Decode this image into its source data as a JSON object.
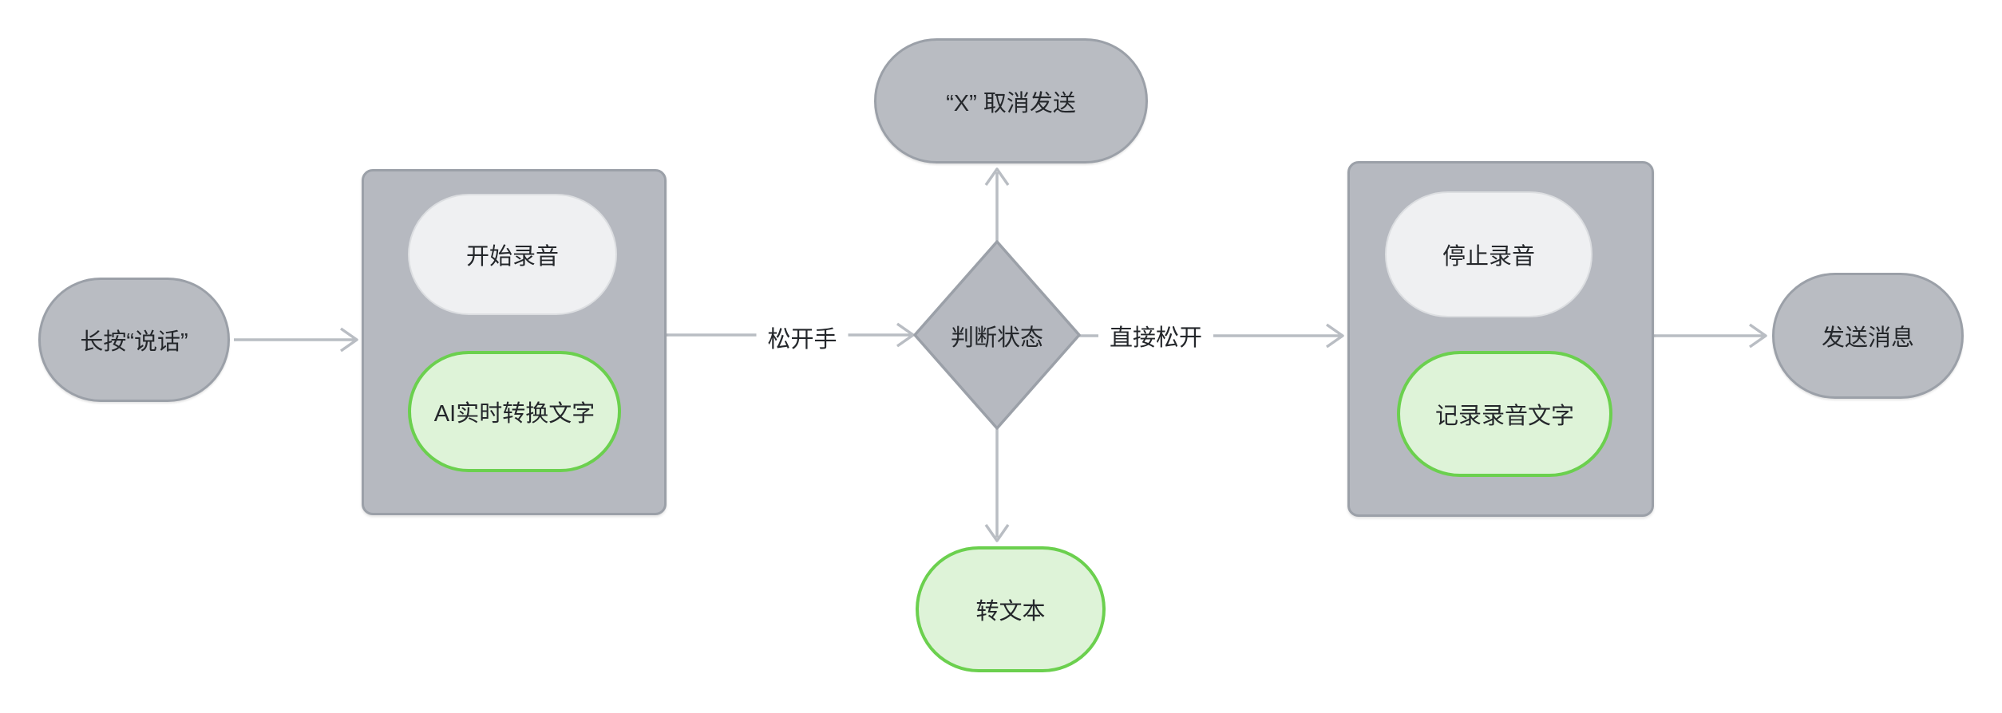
{
  "diagram": {
    "type": "flowchart",
    "direction": "left-to-right",
    "nodes": {
      "start": {
        "label": "长按“说话”",
        "shape": "stadium",
        "variant": "gray"
      },
      "start_record": {
        "label": "开始录音",
        "shape": "stadium",
        "variant": "white"
      },
      "ai_convert": {
        "label": "AI实时转换文字",
        "shape": "stadium",
        "variant": "green"
      },
      "decision": {
        "label": "判断状态",
        "shape": "diamond",
        "variant": "gray"
      },
      "cancel": {
        "label": "“X” 取消发送",
        "shape": "stadium",
        "variant": "gray"
      },
      "to_text": {
        "label": "转文本",
        "shape": "stadium",
        "variant": "green"
      },
      "stop_record": {
        "label": "停止录音",
        "shape": "stadium",
        "variant": "white"
      },
      "record_text": {
        "label": "记录录音文字",
        "shape": "stadium",
        "variant": "green"
      },
      "send": {
        "label": "发送消息",
        "shape": "stadium",
        "variant": "gray"
      }
    },
    "edges": [
      {
        "from": "start",
        "to": "recording-group",
        "label": ""
      },
      {
        "from": "recording-group",
        "to": "decision",
        "label": "松开手"
      },
      {
        "from": "decision",
        "to": "cancel",
        "label": ""
      },
      {
        "from": "decision",
        "to": "to_text",
        "label": ""
      },
      {
        "from": "decision",
        "to": "finish-group",
        "label": "直接松开"
      },
      {
        "from": "finish-group",
        "to": "send",
        "label": ""
      }
    ],
    "colors": {
      "background": "#ffffff",
      "gray_fill": "#b9bcc2",
      "gray_border": "#9ba0a8",
      "container_fill": "#b6b9c0",
      "white_fill": "#eff0f2",
      "white_border": "#dcdee1",
      "green_fill": "#def3d8",
      "green_border": "#6bd04e",
      "arrow": "#b9bdc3",
      "text": "#24272b"
    }
  }
}
